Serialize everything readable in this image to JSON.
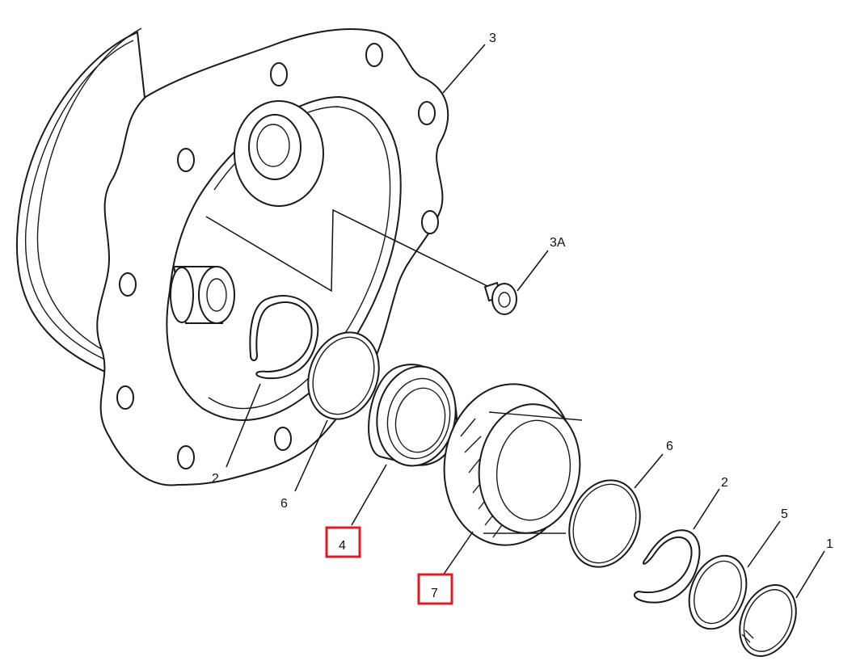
{
  "callouts": {
    "c3": "3",
    "c3a": "3A",
    "c2_left": "2",
    "c6_left": "6",
    "c4": "4",
    "c7": "7",
    "c6_right": "6",
    "c2_right": "2",
    "c5": "5",
    "c1": "1"
  },
  "highlight": {
    "color": "#e01b24",
    "items": [
      "4",
      "7"
    ]
  }
}
